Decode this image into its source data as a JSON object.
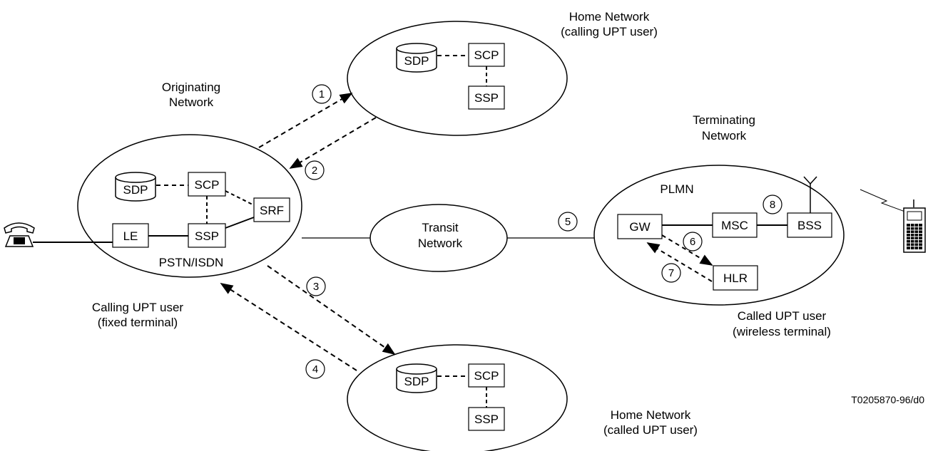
{
  "networks": {
    "home_calling": {
      "title_line1": "Home Network",
      "title_line2": "(calling UPT user)",
      "sdp": "SDP",
      "scp": "SCP",
      "ssp": "SSP"
    },
    "originating": {
      "title_line1": "Originating",
      "title_line2": "Network",
      "sdp": "SDP",
      "scp": "SCP",
      "srf": "SRF",
      "le": "LE",
      "ssp": "SSP",
      "type": "PSTN/ISDN"
    },
    "transit": {
      "line1": "Transit",
      "line2": "Network"
    },
    "terminating": {
      "title_line1": "Terminating",
      "title_line2": "Network",
      "type": "PLMN",
      "gw": "GW",
      "msc": "MSC",
      "bss": "BSS",
      "hlr": "HLR"
    },
    "home_called": {
      "title_line1": "Home Network",
      "title_line2": "(called UPT user)",
      "sdp": "SDP",
      "scp": "SCP",
      "ssp": "SSP"
    }
  },
  "users": {
    "calling_line1": "Calling UPT user",
    "calling_line2": "(fixed terminal)",
    "called_line1": "Called UPT user",
    "called_line2": "(wireless terminal)"
  },
  "steps": [
    "1",
    "2",
    "3",
    "4",
    "5",
    "6",
    "7",
    "8"
  ],
  "reference": "T0205870-96/d0",
  "icons": {
    "fixed_terminal": "telephone-icon",
    "wireless_terminal": "mobile-phone-icon",
    "antenna": "antenna-icon"
  }
}
